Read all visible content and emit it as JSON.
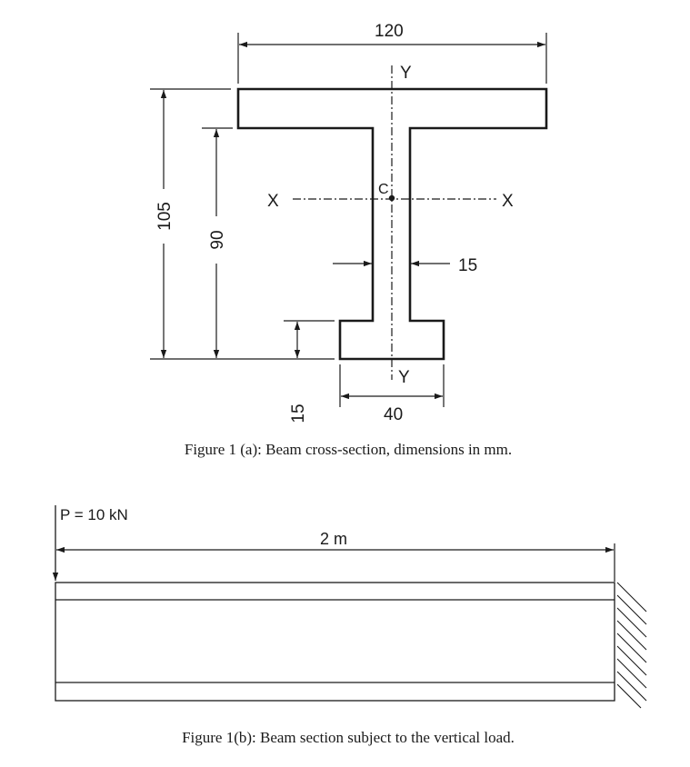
{
  "figure_a": {
    "dim_flange_width": "120",
    "dim_total_height": "105",
    "dim_web_height": "90",
    "dim_web_thickness": "15",
    "dim_bottom_flange_thickness": "15",
    "dim_bottom_flange_width": "40",
    "axis_y_top": "Y",
    "axis_y_bottom": "Y",
    "axis_x_left": "X",
    "axis_x_right": "X",
    "centroid_label": "C",
    "caption": "Figure 1 (a): Beam cross-section, dimensions in mm."
  },
  "figure_b": {
    "load_label": "P = 10 kN",
    "span_label": "2 m",
    "caption": "Figure 1(b): Beam section subject to the vertical load."
  }
}
